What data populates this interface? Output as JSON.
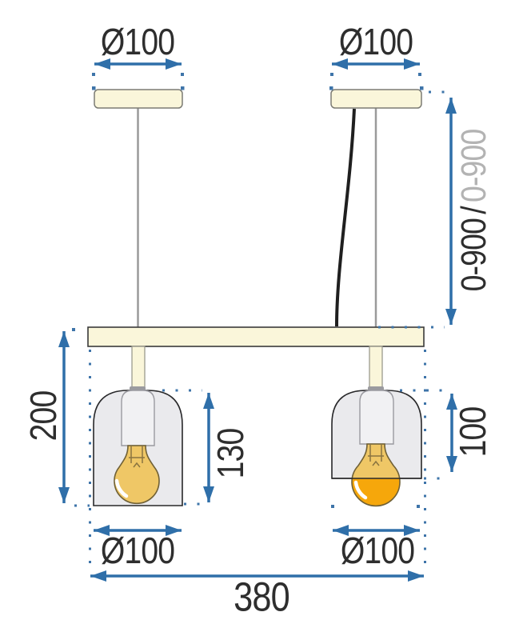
{
  "diagram": {
    "type": "pendant-lamp-technical-drawing",
    "labels": {
      "canopy_left_diameter": "Ø100",
      "canopy_right_diameter": "Ø100",
      "suspension_length_primary": "0-900",
      "suspension_length_separator": "/",
      "suspension_length_secondary": "0-900",
      "fixture_height_left": "200",
      "shade_inner_height_left": "130",
      "shade_height_right": "100",
      "shade_left_diameter": "Ø100",
      "shade_right_diameter": "Ø100",
      "total_width": "380"
    },
    "colors": {
      "dimension_blue": "#2F6FA9",
      "fixture_cream": "#FAF6DA",
      "glass_gray": "#EAEAED",
      "socket_white": "#F1F1F3",
      "bulb_amber": "#EFC766",
      "bulb_orange": "#F6A70B",
      "cable_black": "#1F1F1F",
      "rod_gray": "#9A9A9A",
      "label_dark": "#2E2E2E",
      "label_gray": "#B3B3B3"
    }
  }
}
